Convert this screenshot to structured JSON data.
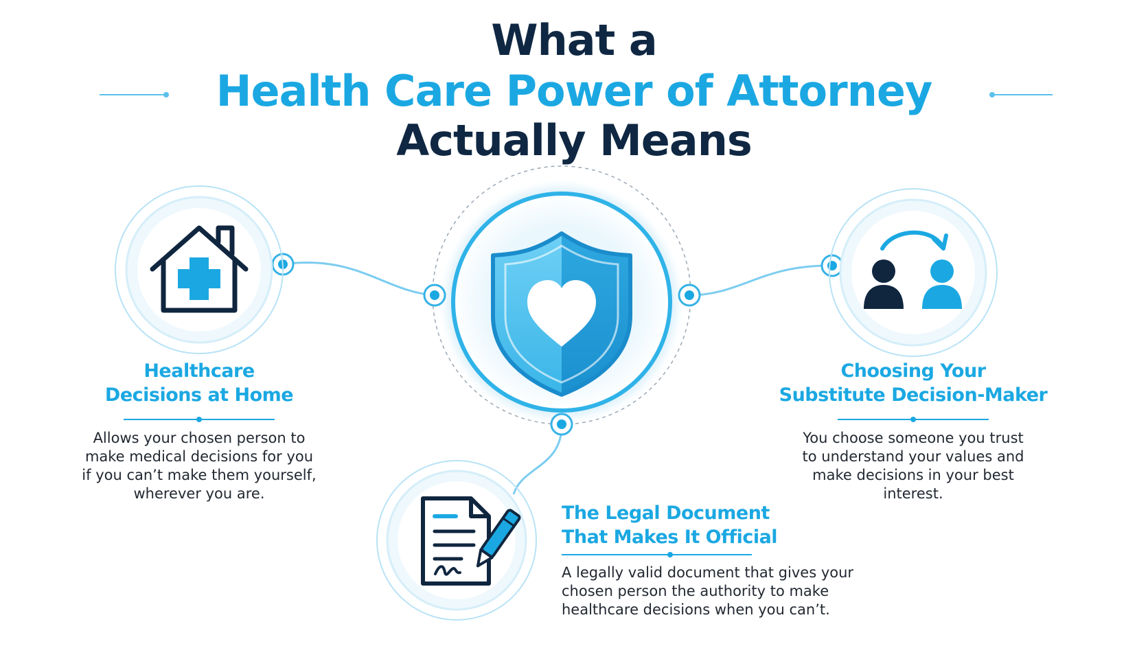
{
  "title": {
    "line1": "What a",
    "line2": "Health Care Power of Attorney",
    "line3": "Actually Means"
  },
  "sections": {
    "left": {
      "heading": [
        "Healthcare",
        "Decisions at Home"
      ],
      "description": [
        "Allows your chosen person to",
        "make medical decisions for you",
        "if you can’t make them yourself,",
        "wherever you are."
      ],
      "icon": "house-medical-icon"
    },
    "right": {
      "heading": [
        "Choosing Your",
        "Substitute Decision-Maker"
      ],
      "description": [
        "You choose someone you trust",
        "to understand your values and",
        "make decisions in your best",
        "interest."
      ],
      "icon": "people-transfer-icon"
    },
    "bottom": {
      "heading": [
        "The Legal Document",
        "That Makes It Official"
      ],
      "description": [
        "A legally valid document that gives your",
        "chosen person the authority to make",
        "healthcare decisions when you can’t."
      ],
      "icon": "signed-document-icon"
    },
    "center": {
      "icon": "shield-heart-icon"
    }
  },
  "colors": {
    "navy": "#0f2742",
    "accent": "#1ba8e2",
    "accent_light": "#7ccdf0",
    "ring": "#b9e3f6",
    "text": "#222831"
  }
}
